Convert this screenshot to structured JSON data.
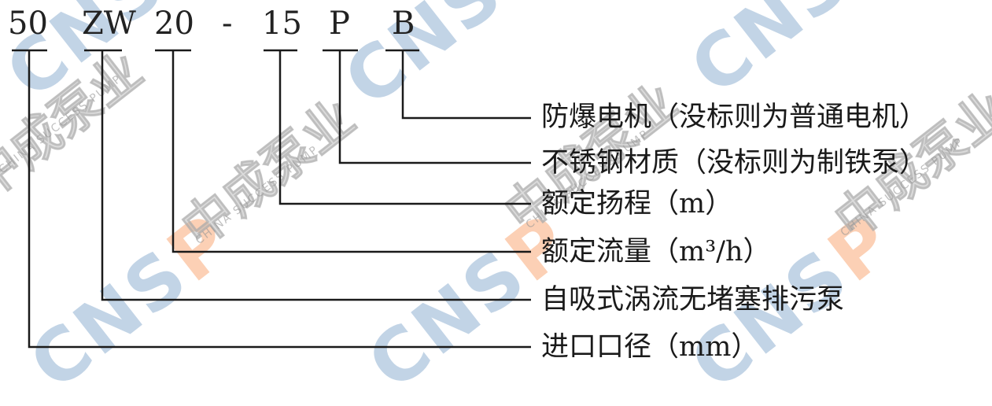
{
  "codes": {
    "c1": "50",
    "c2": "ZW",
    "c3": "20",
    "dash": "-",
    "c4": "15",
    "c5": "P",
    "c6": "B"
  },
  "labels": [
    "防爆电机（没标则为普通电机）",
    "不锈钢材质（没标则为制铁泵）",
    "额定扬程（m）",
    "额定流量（m³/h）",
    "自吸式涡流无堵塞排污泵",
    "进口口径（mm）"
  ],
  "watermark": {
    "logo_text": "CNSP",
    "company_cn": "中成泵业",
    "company_en": "CHINA SUCCESS PUMP"
  },
  "colors": {
    "line": "#1a1a1a",
    "watermark_blue": "#78a0c8",
    "watermark_orange": "#faaa78"
  }
}
